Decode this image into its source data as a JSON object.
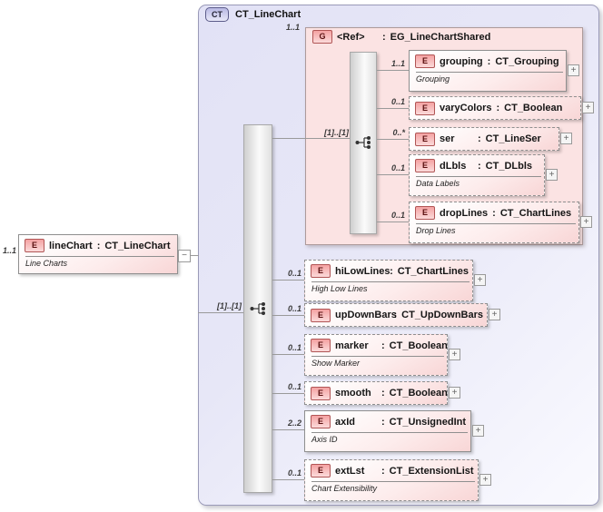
{
  "symbols": {
    "colon": ":",
    "plus": "+",
    "minus": "−"
  },
  "colors": {
    "container_fill": "#e2e2f6",
    "container_border": "#9a9ab8",
    "group_fill": "#fbe3e3",
    "element_fill": "#f8d6d6",
    "badge_pink": "#f4a2a2",
    "badge_lavender": "#b9b9e4",
    "line_gray": "#9a9a9a"
  },
  "root_element": {
    "cardinality": "1..1",
    "badge": "E",
    "name": "lineChart",
    "type": "CT_LineChart",
    "annotation": "Line Charts"
  },
  "ct": {
    "badge": "CT",
    "title": "CT_LineChart",
    "sequence": {
      "label": "[1]..[1]"
    },
    "group_ref": {
      "cardinality": "1..1",
      "badge": "G",
      "name": "<Ref>",
      "type": "EG_LineChartShared",
      "sequence": {
        "label": "[1]..[1]"
      },
      "children": [
        {
          "cardinality": "1..1",
          "badge": "E",
          "name": "grouping",
          "type": "CT_Grouping",
          "annotation": "Grouping"
        },
        {
          "cardinality": "0..1",
          "badge": "E",
          "name": "varyColors",
          "type": "CT_Boolean"
        },
        {
          "cardinality": "0..*",
          "badge": "E",
          "name": "ser",
          "type": "CT_LineSer"
        },
        {
          "cardinality": "0..1",
          "badge": "E",
          "name": "dLbls",
          "type": "CT_DLbls",
          "annotation": "Data Labels"
        },
        {
          "cardinality": "0..1",
          "badge": "E",
          "name": "dropLines",
          "type": "CT_ChartLines",
          "annotation": "Drop Lines"
        }
      ]
    },
    "children": [
      {
        "cardinality": "0..1",
        "badge": "E",
        "name": "hiLowLines",
        "type": "CT_ChartLines",
        "annotation": "High Low Lines"
      },
      {
        "cardinality": "0..1",
        "badge": "E",
        "name": "upDownBars",
        "type": "CT_UpDownBars"
      },
      {
        "cardinality": "0..1",
        "badge": "E",
        "name": "marker",
        "type": "CT_Boolean",
        "annotation": "Show Marker"
      },
      {
        "cardinality": "0..1",
        "badge": "E",
        "name": "smooth",
        "type": "CT_Boolean"
      },
      {
        "cardinality": "2..2",
        "badge": "E",
        "name": "axId",
        "type": "CT_UnsignedInt",
        "annotation": "Axis ID"
      },
      {
        "cardinality": "0..1",
        "badge": "E",
        "name": "extLst",
        "type": "CT_ExtensionList",
        "annotation": "Chart Extensibility"
      }
    ]
  }
}
